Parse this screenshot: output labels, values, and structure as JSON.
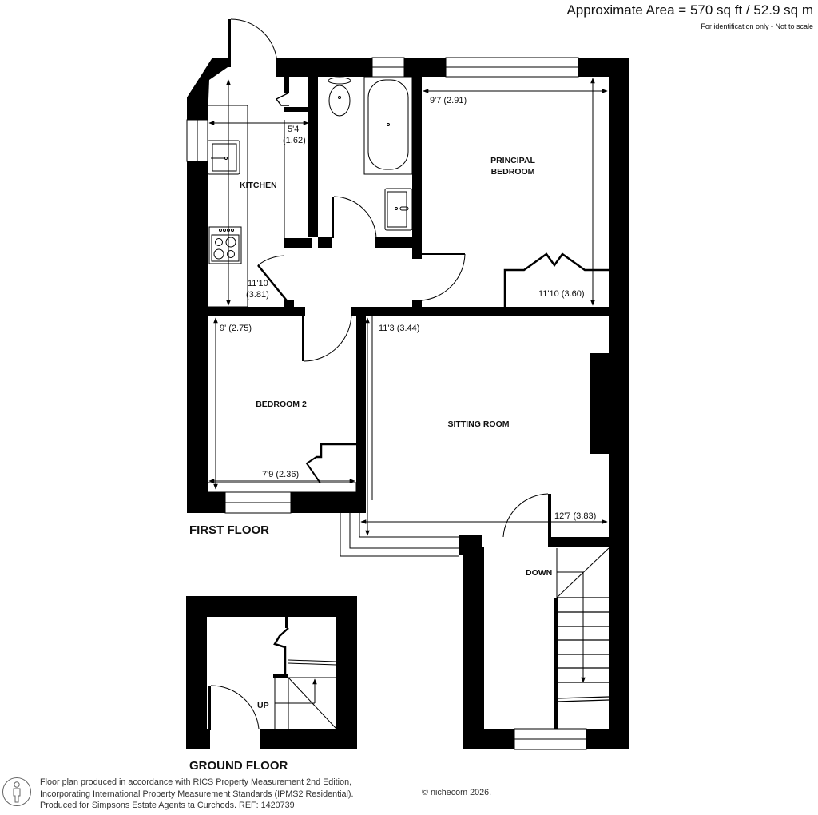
{
  "header": {
    "area_title": "Approximate Area = 570 sq ft / 52.9 sq m",
    "area_note": "For identification only - Not to scale"
  },
  "floors": [
    {
      "label": "FIRST FLOOR",
      "rooms": [
        {
          "name": "KITCHEN",
          "dims": [
            "5'4",
            "(1.62)",
            "11'10",
            "(3.81)"
          ]
        },
        {
          "name": "PRINCIPAL BEDROOM",
          "name_lines": [
            "PRINCIPAL",
            "BEDROOM"
          ],
          "dims": [
            "9'7 (2.91)",
            "11'10 (3.60)"
          ]
        },
        {
          "name": "BEDROOM 2",
          "dims": [
            "9' (2.75)",
            "7'9 (2.36)"
          ]
        },
        {
          "name": "SITTING ROOM",
          "dims": [
            "11'3 (3.44)",
            "12'7 (3.83)"
          ]
        }
      ],
      "stairs_label": "DOWN"
    },
    {
      "label": "GROUND FLOOR",
      "stairs_label": "UP"
    }
  ],
  "labels": {
    "kitchen": "KITCHEN",
    "kitchen_w": "5'4",
    "kitchen_w_m": "(1.62)",
    "kitchen_l": "11'10",
    "kitchen_l_m": "(3.81)",
    "principal_1": "PRINCIPAL",
    "principal_2": "BEDROOM",
    "principal_w": "9'7 (2.91)",
    "principal_l": "11'10 (3.60)",
    "bedroom2": "BEDROOM 2",
    "bedroom2_l": "9' (2.75)",
    "bedroom2_w": "7'9 (2.36)",
    "sitting": "SITTING ROOM",
    "sitting_l": "11'3 (3.44)",
    "sitting_w": "12'7 (3.83)",
    "down": "DOWN",
    "up": "UP",
    "first_floor": "FIRST FLOOR",
    "ground_floor": "GROUND FLOOR"
  },
  "footer": {
    "line1": "Floor plan produced in accordance with RICS Property Measurement 2nd Edition,",
    "line2": "Incorporating International Property Measurement Standards (IPMS2 Residential).",
    "line3": "Produced for Simpsons Estate Agents ta Curchods.   REF:  1420739",
    "copyright": "© nichecom 2026.",
    "icon": "person-in-circle-icon"
  }
}
